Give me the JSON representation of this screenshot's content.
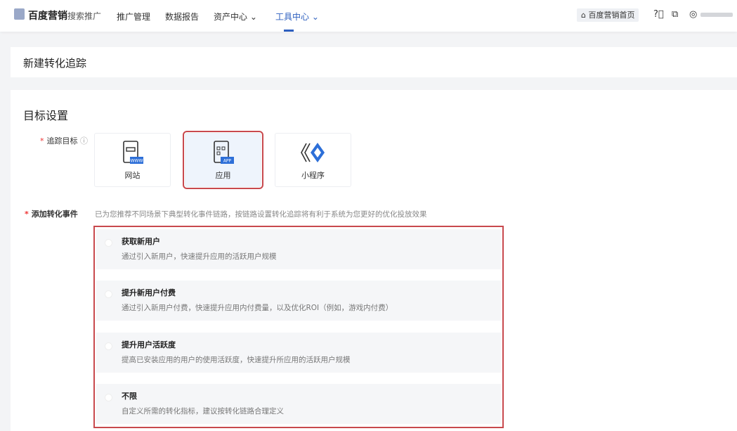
{
  "header": {
    "brand": "百度营销",
    "product": "搜索推广",
    "nav": [
      {
        "label": "推广管理"
      },
      {
        "label": "数据报告"
      },
      {
        "label": "资产中心"
      },
      {
        "label": "工具中心",
        "active": true
      }
    ],
    "home_label": "百度营销首页"
  },
  "page_title": "新建转化追踪",
  "section": {
    "title": "目标设置",
    "track_label": "追踪目标",
    "targets": [
      {
        "label": "网站",
        "icon": "website-icon",
        "badge": "WWW"
      },
      {
        "label": "应用",
        "icon": "app-icon",
        "badge": "APP",
        "selected": true
      },
      {
        "label": "小程序",
        "icon": "mini-program-icon"
      }
    ],
    "events_label": "添加转化事件",
    "events_hint": "已为您推荐不同场景下典型转化事件链路，按链路设置转化追踪将有利于系统为您更好的优化投放效果",
    "events": [
      {
        "title": "获取新用户",
        "desc": "通过引入新用户，快速提升应用的活跃用户规模"
      },
      {
        "title": "提升新用户付费",
        "desc": "通过引入新用户付费，快速提升应用内付费量，以及优化ROI（例如，游戏内付费）"
      },
      {
        "title": "提升用户活跃度",
        "desc": "提高已安装应用的用户的使用活跃度，快速提升所应用的活跃用户规模"
      },
      {
        "title": "不限",
        "desc": "自定义所需的转化指标，建议按转化链路合理定义"
      }
    ]
  },
  "colors": {
    "accent": "#2d5fbf",
    "highlight": "#c8494d"
  }
}
